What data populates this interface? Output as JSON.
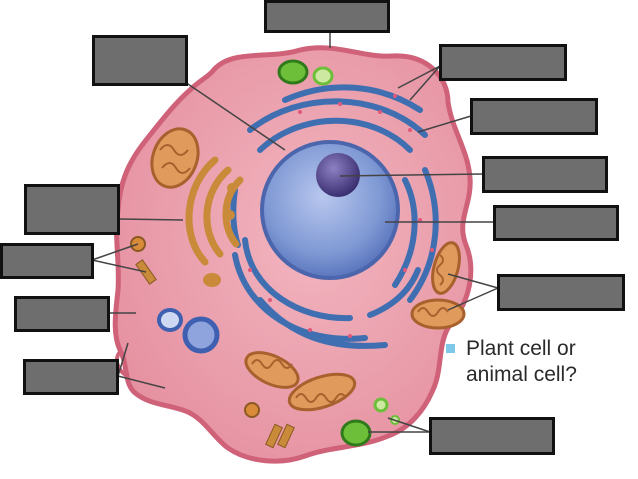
{
  "title": "",
  "question": {
    "line1": "Plant cell or",
    "line2": "animal cell?",
    "bullet_color": "#7ec8e8"
  },
  "colors": {
    "cytoplasm": "#e99aa8",
    "membrane": "#d66a80",
    "nucleus": "#7f99d4",
    "nucleolus": "#4a3f82",
    "er": "#3f6fb0",
    "mitochondria": "#e09a5c",
    "golgi": "#c98a3a",
    "vacuole": "#3f60b0",
    "chloroplast_like": "#6dbf3a",
    "label_box": "#6e6e6e",
    "leader_line": "#555555"
  },
  "label_boxes": [
    {
      "id": "top",
      "text": ""
    },
    {
      "id": "upper-left",
      "text": ""
    },
    {
      "id": "left-1",
      "text": ""
    },
    {
      "id": "left-2",
      "text": ""
    },
    {
      "id": "left-3",
      "text": ""
    },
    {
      "id": "left-4",
      "text": ""
    },
    {
      "id": "right-1",
      "text": ""
    },
    {
      "id": "right-2",
      "text": ""
    },
    {
      "id": "right-3",
      "text": ""
    },
    {
      "id": "right-4",
      "text": ""
    },
    {
      "id": "right-5",
      "text": ""
    },
    {
      "id": "bottom-right",
      "text": ""
    }
  ]
}
